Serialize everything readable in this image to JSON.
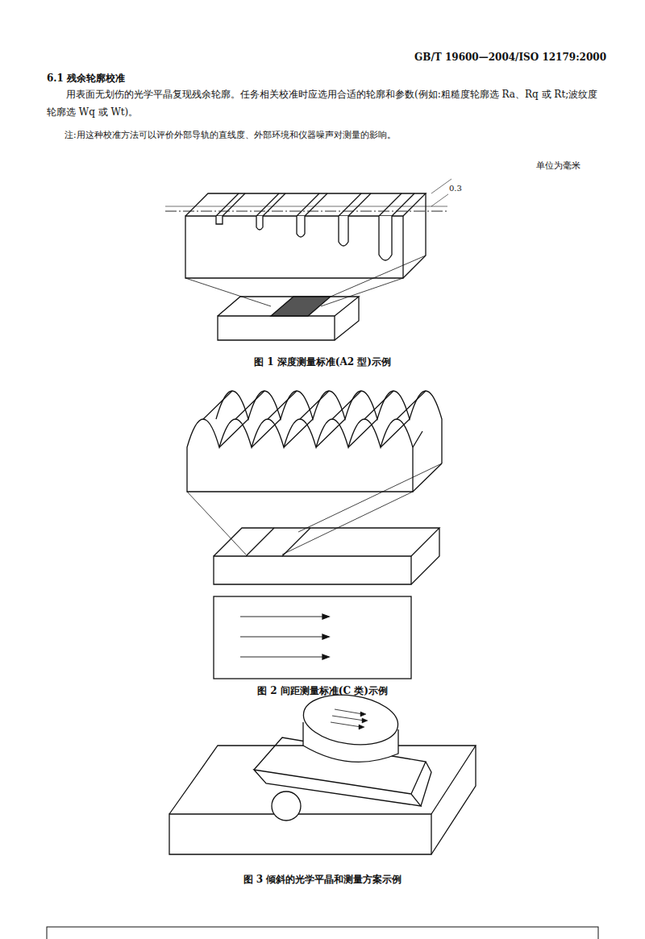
{
  "diagram": {
    "labels": [
      "GB/T 19600—2004/ISO 12179:2000",
      "6.1 残余轮廓校准",
      "用表面无划伤的光学平晶复现残余轮廓。任务相关校准时应选用合适的轮廓和参数(例如:粗糙度轮廓选 Ra、Rq 或 Rt;波纹度轮廓选 Wq 或 Wt)。",
      "注:用这种校准方法可以评价外部导轨的直线度、外部环境和仪器噪声对测量的影响。",
      "单位为毫米",
      "0.3",
      "图 1 深度测量标准(A2 型)示例",
      "图 2 间距测量标准(C 类)示例",
      "图 3 倾斜的光学平晶和测量方案示例"
    ]
  }
}
